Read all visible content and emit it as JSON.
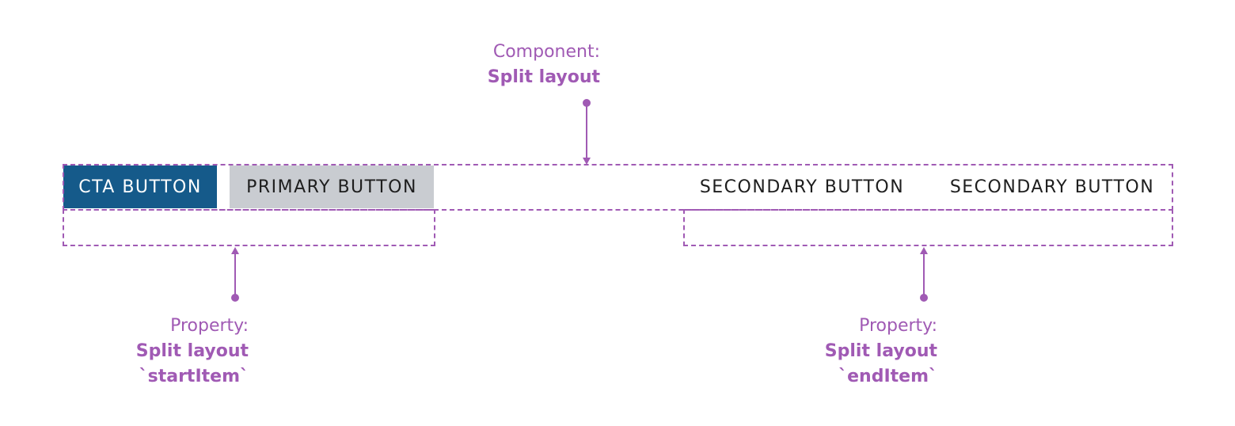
{
  "colors": {
    "annotation": "#a05ab4",
    "cta_background": "#155a8a",
    "cta_text": "#ffffff",
    "primary_background": "#c9ccd1",
    "button_text": "#1e1e1e"
  },
  "component_label": {
    "kind": "Component:",
    "name": "Split layout"
  },
  "buttons": {
    "cta": "CTA BUTTON",
    "primary": "PRIMARY BUTTON",
    "secondary_1": "SECONDARY BUTTON",
    "secondary_2": "SECONDARY BUTTON"
  },
  "start_property": {
    "kind": "Property:",
    "name": "Split layout",
    "prop": "`startItem`"
  },
  "end_property": {
    "kind": "Property:",
    "name": "Split layout",
    "prop": "`endItem`"
  }
}
